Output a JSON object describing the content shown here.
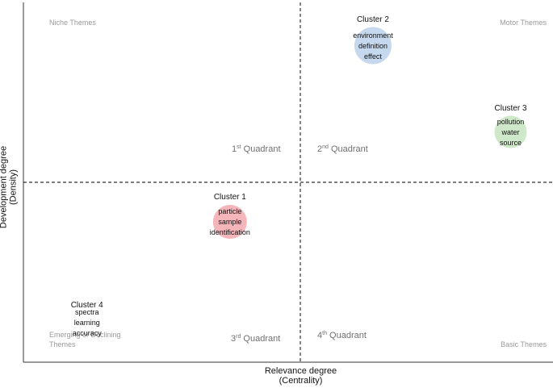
{
  "chart_data": {
    "type": "scatter",
    "xlabel": "Relevance degree\n(Centrality)",
    "ylabel": "Development degree\n(Density)",
    "quadrant_corner_labels": {
      "top_left": "Niche Themes",
      "top_right": "Motor Themes",
      "bottom_left": "Emerging or Declining Themes",
      "bottom_right": "Basic Themes"
    },
    "quadrant_labels": {
      "q1": {
        "num": "1",
        "suffix": "st",
        "text": "Quadrant"
      },
      "q2": {
        "num": "2",
        "suffix": "nd",
        "text": "Quadrant"
      },
      "q3": {
        "num": "3",
        "suffix": "rd",
        "text": "Quadrant"
      },
      "q4": {
        "num": "4",
        "suffix": "th",
        "text": "Quadrant"
      }
    },
    "clusters": [
      {
        "name": "Cluster 1",
        "keywords": [
          "particle",
          "sample",
          "identification"
        ],
        "x": 0.39,
        "y": 0.39,
        "size": 42,
        "color": "#f4b6bb"
      },
      {
        "name": "Cluster 2",
        "keywords": [
          "environment",
          "definition",
          "effect"
        ],
        "x": 0.66,
        "y": 0.88,
        "size": 46,
        "color": "#c6d8ee"
      },
      {
        "name": "Cluster 3",
        "keywords": [
          "pollution",
          "water",
          "source"
        ],
        "x": 0.92,
        "y": 0.64,
        "size": 40,
        "color": "#cfe8c9"
      },
      {
        "name": "Cluster 4",
        "keywords": [
          "spectra",
          "learning",
          "accuracy"
        ],
        "x": 0.12,
        "y": 0.11,
        "size": 0,
        "color": "#ffffff"
      }
    ],
    "xlim": [
      0,
      1
    ],
    "ylim": [
      0,
      1
    ],
    "grid": false
  }
}
